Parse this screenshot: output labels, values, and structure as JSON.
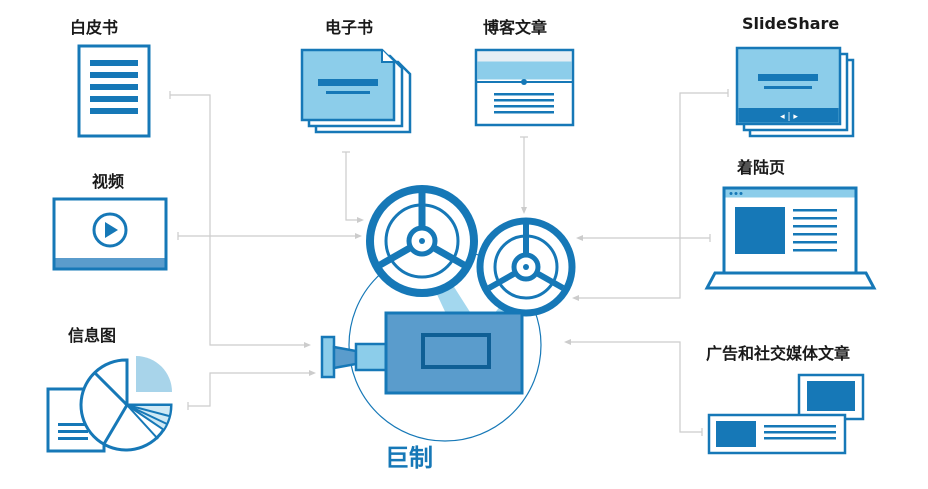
{
  "center": {
    "label": "巨制"
  },
  "nodes": {
    "whitepaper": "白皮书",
    "video": "视频",
    "infographic": "信息图",
    "ebook": "电子书",
    "blog": "博客文章",
    "slideshare": "SlideShare",
    "landing": "着陆页",
    "social": "广告和社交媒体文章"
  },
  "colors": {
    "primary": "#1678b7",
    "dark": "#0f5f95",
    "light": "#8ccdea",
    "pale": "#cfe9f5",
    "connector": "#cccccc"
  }
}
